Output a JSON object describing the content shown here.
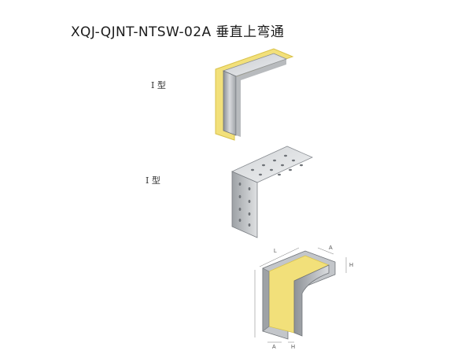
{
  "title": "XQJ-QJNT-NTSW-02A 垂直上弯通",
  "figures": [
    {
      "label": "I 型"
    },
    {
      "label": "I 型"
    },
    {
      "dimension_labels": {
        "length": "L",
        "width": "A",
        "height": "H"
      }
    }
  ],
  "colors": {
    "steel_light": "#e4e6e8",
    "steel_mid": "#b8bcc0",
    "steel_dark": "#7a7e83",
    "liner_yellow": "#f2e07a",
    "liner_edge": "#d9c24a"
  }
}
